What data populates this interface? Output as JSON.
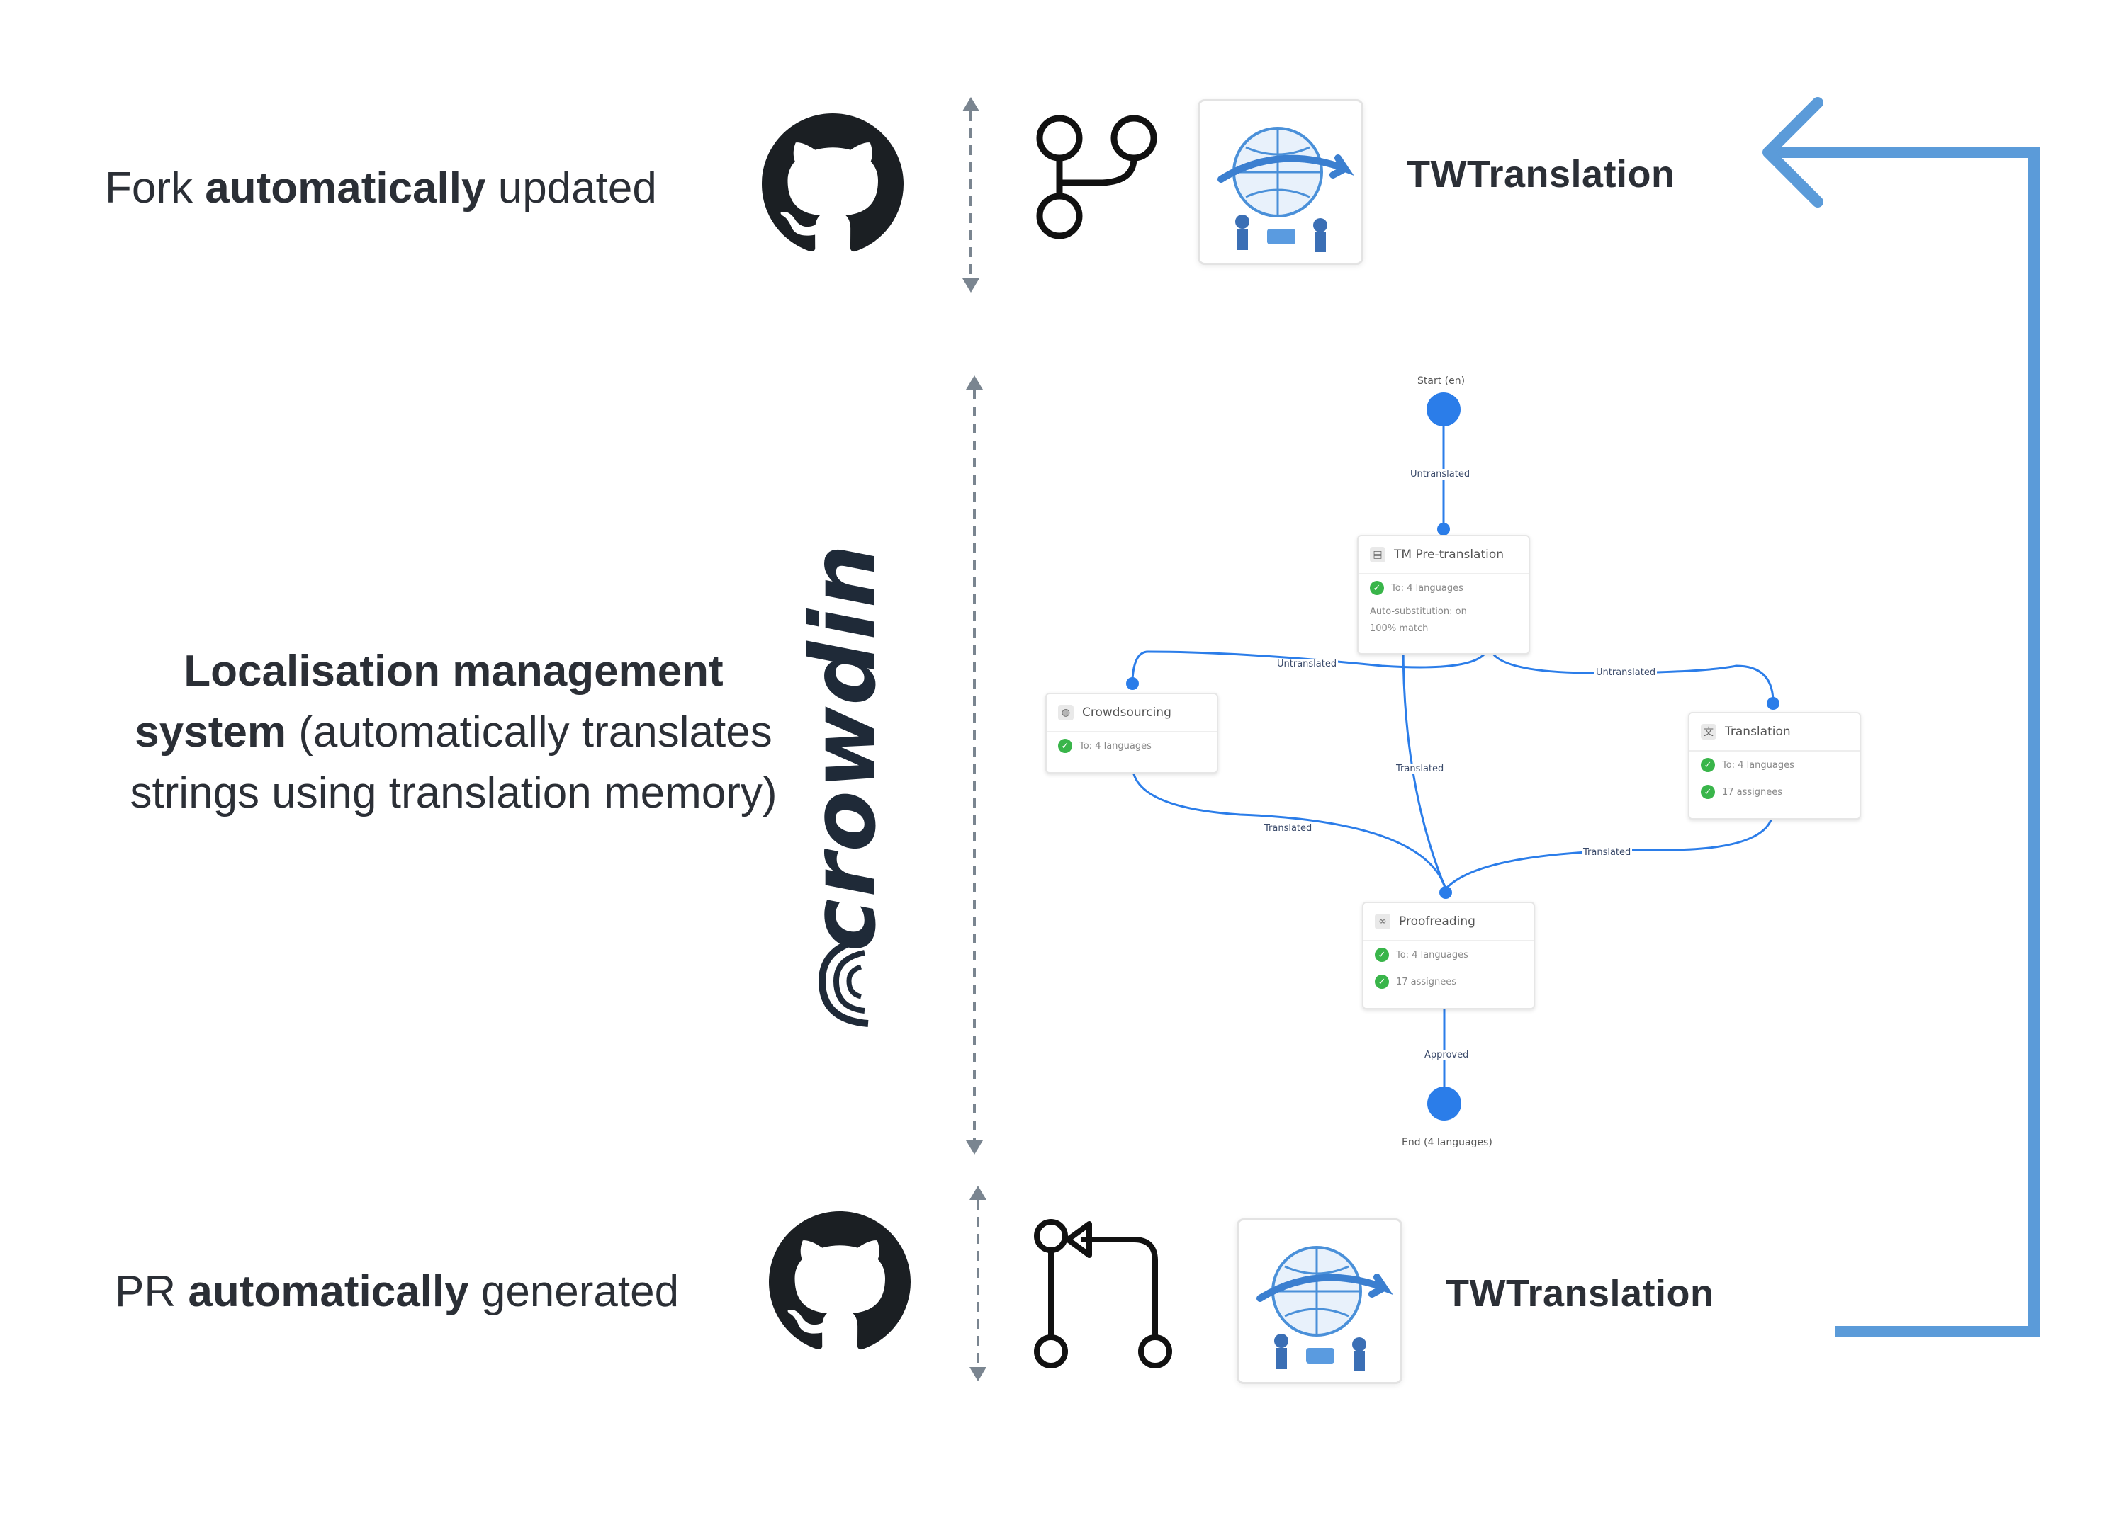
{
  "rows": {
    "top": {
      "caption_prefix": "Fork ",
      "caption_bold": "automatically",
      "caption_suffix": " updated",
      "repo_name": "TWTranslation",
      "thumbnail_icon": "translation-logo"
    },
    "middle": {
      "caption_bold": "Localisation management system",
      "caption_rest": " (automatically translates strings using translation memory)",
      "brand_text": "crowdin",
      "brand_icon": "crowdin-logo"
    },
    "bottom": {
      "caption_prefix": "PR ",
      "caption_bold": "automatically",
      "caption_suffix": " generated",
      "repo_name": "TWTranslation",
      "thumbnail_icon": "translation-logo"
    }
  },
  "workflow": {
    "start_label": "Start (en)",
    "end_label": "End (4 languages)",
    "edge_labels": {
      "untranslated_top": "Untranslated",
      "untranslated_left": "Untranslated",
      "untranslated_right": "Untranslated",
      "translated_mid": "Translated",
      "translated_left": "Translated",
      "translated_right": "Translated",
      "approved": "Approved"
    },
    "nodes": {
      "tm": {
        "title": "TM Pre-translation",
        "line1": "To: 4 languages",
        "line2": "Auto-substitution: on",
        "line3": "100% match"
      },
      "crowdsourcing": {
        "title": "Crowdsourcing",
        "line1": "To: 4 languages"
      },
      "translation": {
        "title": "Translation",
        "line1": "To: 4 languages",
        "line2": "17 assignees"
      },
      "proofreading": {
        "title": "Proofreading",
        "line1": "To: 4 languages",
        "line2": "17 assignees"
      }
    }
  },
  "colors": {
    "feedback_arrow": "#5b9bd9",
    "flow_blue": "#2b7de9",
    "text_dark": "#2b2f36",
    "divider": "#7a8590",
    "check_green": "#39b54a"
  },
  "icons": [
    "github-icon",
    "fork-icon",
    "pull-request-icon",
    "crowdin-logo",
    "translation-logo",
    "double-arrow-divider",
    "return-arrow"
  ]
}
